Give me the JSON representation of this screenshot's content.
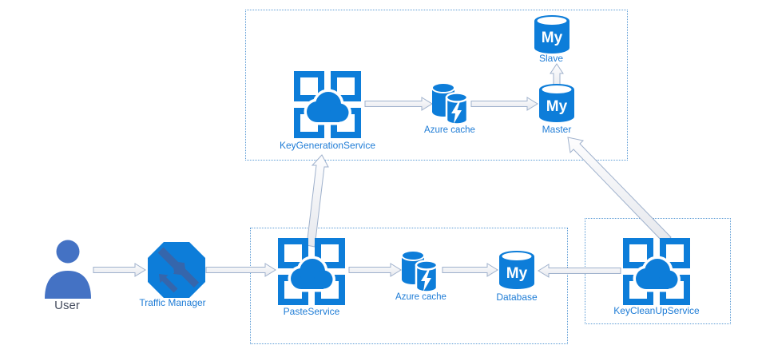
{
  "diagram": {
    "colors": {
      "azure_blue": "#0d7dd9",
      "label_blue": "#1e7cd6",
      "user_blue": "#4472c4",
      "traffic_arrow_blue": "#3a64a8",
      "group_border_blue": "#5b9bd5",
      "connector_outline": "#9fb1cc"
    },
    "nodes": {
      "user": {
        "label": "User"
      },
      "traffic_manager": {
        "label": "Traffic Manager"
      },
      "paste_service": {
        "label": "PasteService"
      },
      "paste_cache": {
        "label": "Azure cache"
      },
      "database": {
        "label": "Database",
        "badge": "My"
      },
      "keygen_service": {
        "label": "KeyGenerationService"
      },
      "keygen_cache": {
        "label": "Azure cache"
      },
      "master": {
        "label": "Master",
        "badge": "My"
      },
      "slave": {
        "label": "Slave",
        "badge": "My"
      },
      "cleanup_service": {
        "label": "KeyCleanUpService"
      }
    },
    "edges": [
      {
        "from": "User",
        "to": "Traffic Manager"
      },
      {
        "from": "Traffic Manager",
        "to": "PasteService"
      },
      {
        "from": "PasteService",
        "to": "Azure cache (paste)"
      },
      {
        "from": "Azure cache (paste)",
        "to": "Database"
      },
      {
        "from": "KeyCleanUpService",
        "to": "Database"
      },
      {
        "from": "PasteService",
        "to": "KeyGenerationService"
      },
      {
        "from": "KeyGenerationService",
        "to": "Azure cache (key generation)"
      },
      {
        "from": "Azure cache (key generation)",
        "to": "Master"
      },
      {
        "from": "Master",
        "to": "Slave"
      },
      {
        "from": "KeyCleanUpService",
        "to": "Master"
      }
    ]
  }
}
